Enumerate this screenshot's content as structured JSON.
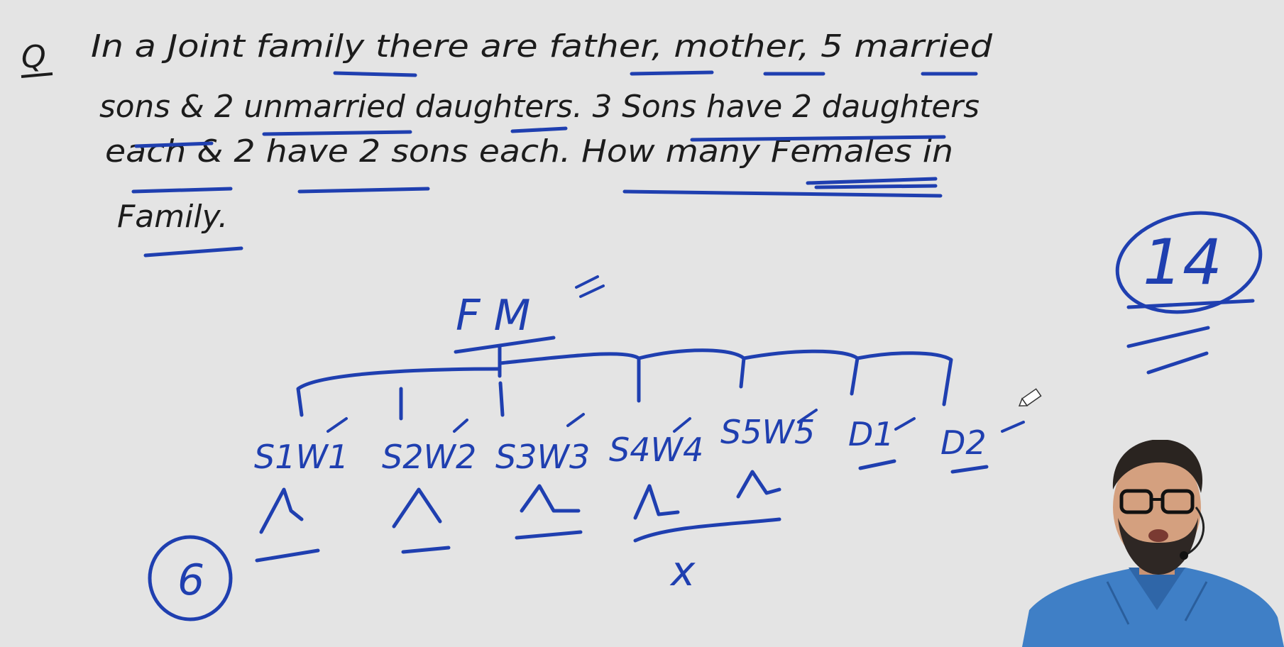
{
  "question": {
    "marker": "Q",
    "lines": [
      "In a Joint family there are father, mother, 5 married",
      "sons & 2 unmarried daughters. 3 Sons have 2 daughters",
      "each & 2 have 2 sons each. How many Females in",
      "Family."
    ]
  },
  "tree": {
    "parents": "F M",
    "couples": [
      "S1W1",
      "S2W2",
      "S3W3",
      "S4W4",
      "S5W5",
      "D1",
      "D2"
    ],
    "subtotal": "6",
    "remainder": "x"
  },
  "answer": "14",
  "colors": {
    "board": "#e4e4e4",
    "ink_black": "#1c1c1c",
    "ink_blue": "#1f3fb0"
  },
  "icons": {
    "cursor": "pencil-cursor-icon"
  }
}
